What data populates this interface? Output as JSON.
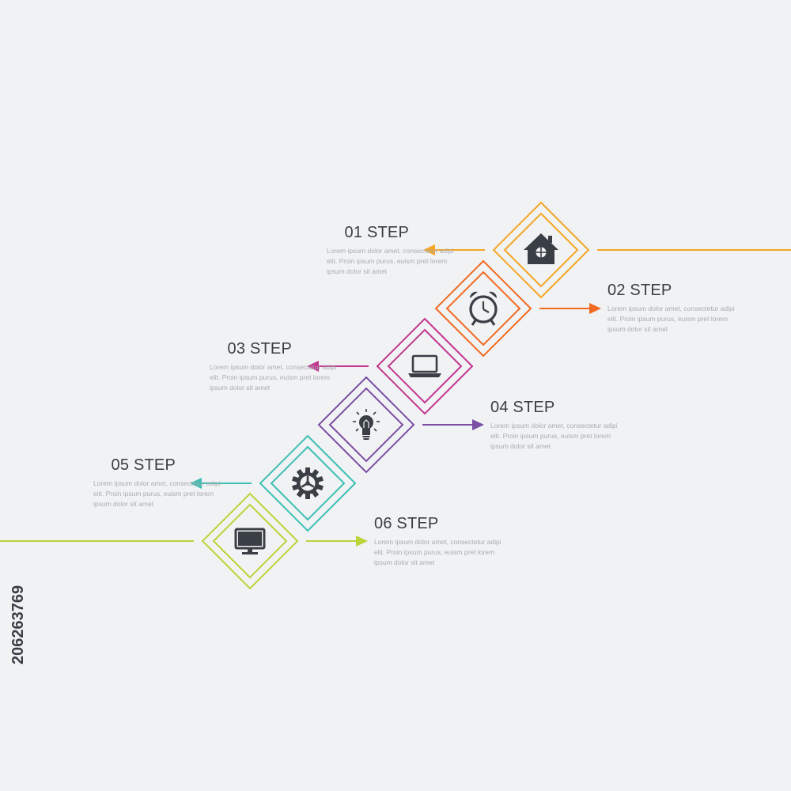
{
  "steps": [
    {
      "title": "01 STEP",
      "icon": "home-icon",
      "color": "#f5a623",
      "side": "left",
      "desc": [
        "Lorem ipsum dolor amet, consectetur adipi",
        "elit. Proin ipsum purus, euism pret lorem",
        "ipsum dolor sit amet"
      ]
    },
    {
      "title": "02 STEP",
      "icon": "alarm-clock-icon",
      "color": "#f26a21",
      "side": "right",
      "desc": [
        "Lorem ipsum dolor amet, consectetur adipi",
        "elit. Proin ipsum purus, euism pret lorem",
        "ipsum dolor sit amet"
      ]
    },
    {
      "title": "03 STEP",
      "icon": "laptop-icon",
      "color": "#c2378f",
      "side": "left",
      "desc": [
        "Lorem ipsum dolor amet, consectetur adipi",
        "elit. Proin ipsum purus, euism pret lorem",
        "ipsum dolor sit amet"
      ]
    },
    {
      "title": "04 STEP",
      "icon": "lightbulb-icon",
      "color": "#7b4fa3",
      "side": "right",
      "desc": [
        "Lorem ipsum dolor amet, consectetur adipi",
        "elit. Proin ipsum purus, euism pret lorem",
        "ipsum dolor sit amet"
      ]
    },
    {
      "title": "05 STEP",
      "icon": "gear-icon",
      "color": "#3dbfb4",
      "side": "left",
      "desc": [
        "Lorem ipsum dolor amet, consectetur adipi",
        "elit. Proin ipsum purus, euism pret lorem",
        "ipsum dolor sit amet"
      ]
    },
    {
      "title": "06 STEP",
      "icon": "monitor-icon",
      "color": "#bcd43a",
      "side": "right",
      "desc": [
        "Lorem ipsum dolor amet, consectetur adipi",
        "elit. Proin ipsum purus, euism pret lorem",
        "ipsum dolor sit amet"
      ]
    }
  ],
  "stock_id": "206263769",
  "icon_color": "#3a3e45"
}
